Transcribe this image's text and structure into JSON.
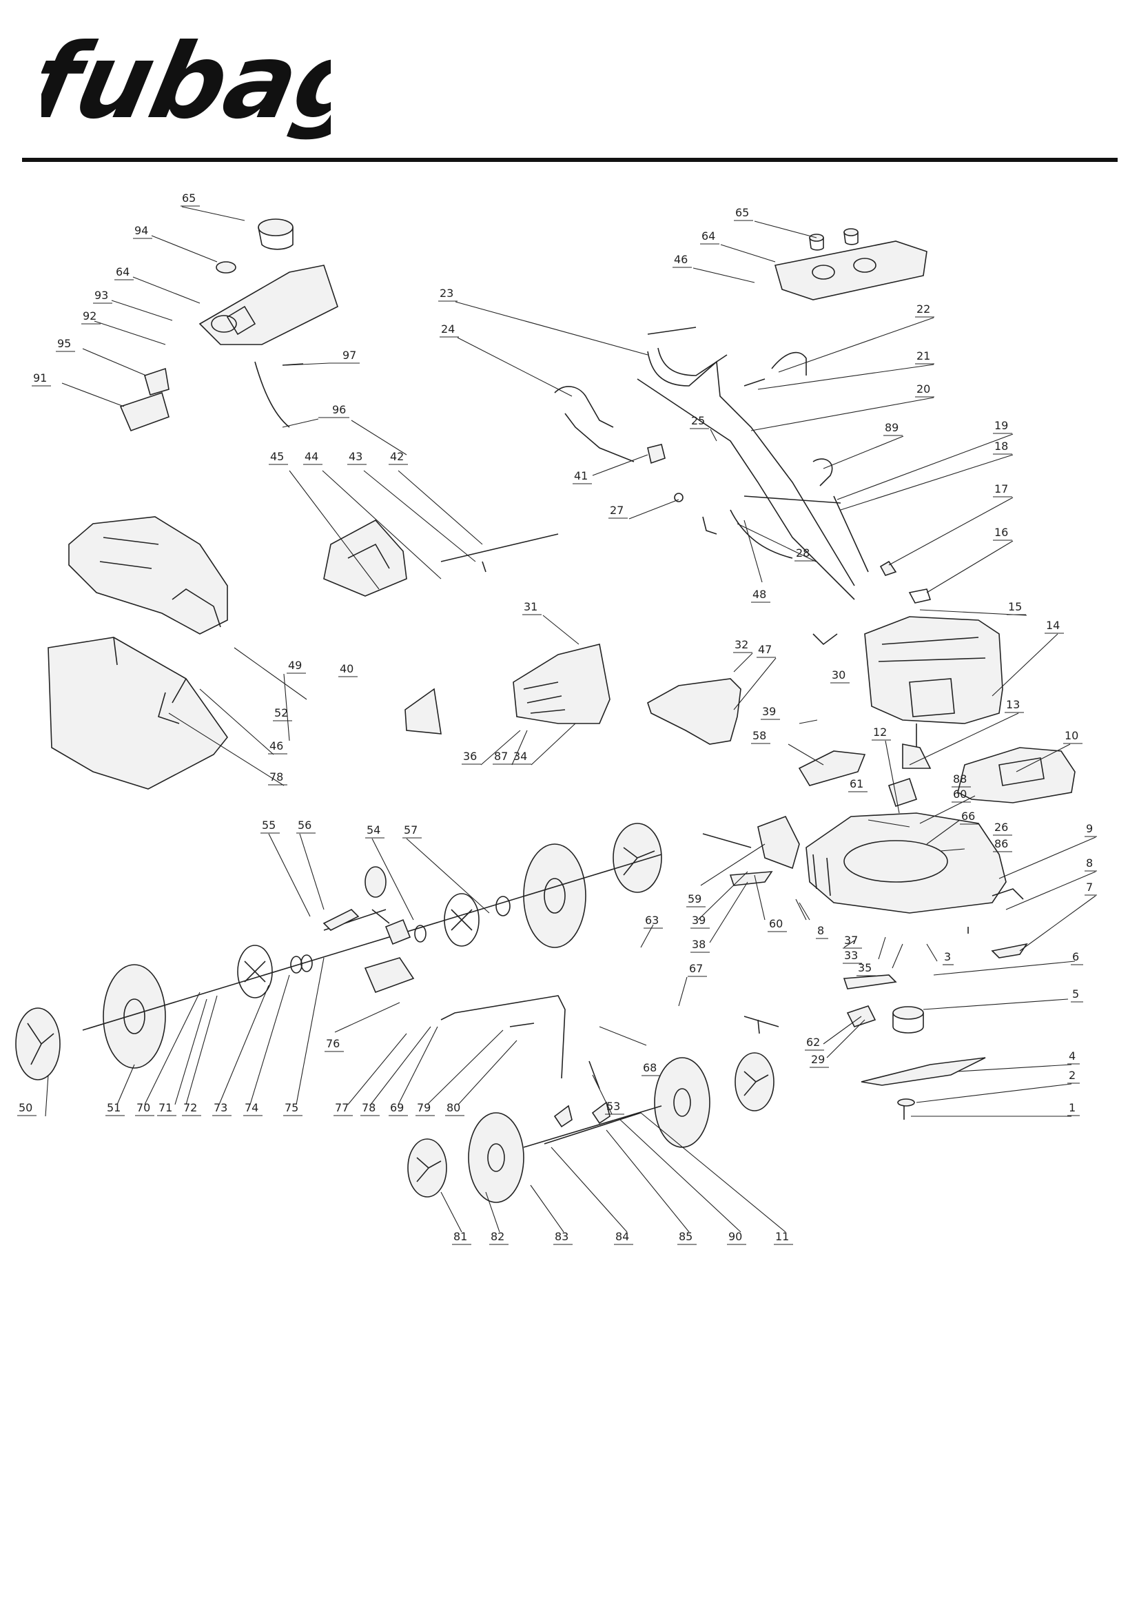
{
  "brand": {
    "name": "fubag",
    "color": "#111111"
  },
  "callouts": [
    {
      "id": "65a",
      "text": "65"
    },
    {
      "id": "94",
      "text": "94"
    },
    {
      "id": "64a",
      "text": "64"
    },
    {
      "id": "93",
      "text": "93"
    },
    {
      "id": "92",
      "text": "92"
    },
    {
      "id": "95",
      "text": "95"
    },
    {
      "id": "91",
      "text": "91"
    },
    {
      "id": "97",
      "text": "97"
    },
    {
      "id": "96",
      "text": "96"
    },
    {
      "id": "45",
      "text": "45"
    },
    {
      "id": "44",
      "text": "44"
    },
    {
      "id": "43",
      "text": "43"
    },
    {
      "id": "42",
      "text": "42"
    },
    {
      "id": "23",
      "text": "23"
    },
    {
      "id": "24",
      "text": "24"
    },
    {
      "id": "41",
      "text": "41"
    },
    {
      "id": "65b",
      "text": "65"
    },
    {
      "id": "64b",
      "text": "64"
    },
    {
      "id": "46a",
      "text": "46"
    },
    {
      "id": "22",
      "text": "22"
    },
    {
      "id": "21",
      "text": "21"
    },
    {
      "id": "20",
      "text": "20"
    },
    {
      "id": "25",
      "text": "25"
    },
    {
      "id": "89",
      "text": "89"
    },
    {
      "id": "19",
      "text": "19"
    },
    {
      "id": "18",
      "text": "18"
    },
    {
      "id": "27",
      "text": "27"
    },
    {
      "id": "17",
      "text": "17"
    },
    {
      "id": "28",
      "text": "28"
    },
    {
      "id": "16",
      "text": "16"
    },
    {
      "id": "48",
      "text": "48"
    },
    {
      "id": "15",
      "text": "15"
    },
    {
      "id": "14",
      "text": "14"
    },
    {
      "id": "49",
      "text": "49"
    },
    {
      "id": "52",
      "text": "52"
    },
    {
      "id": "46b",
      "text": "46"
    },
    {
      "id": "78a",
      "text": "78"
    },
    {
      "id": "40",
      "text": "40"
    },
    {
      "id": "31",
      "text": "31"
    },
    {
      "id": "36",
      "text": "36"
    },
    {
      "id": "87",
      "text": "87"
    },
    {
      "id": "34",
      "text": "34"
    },
    {
      "id": "32",
      "text": "32"
    },
    {
      "id": "47",
      "text": "47"
    },
    {
      "id": "30",
      "text": "30"
    },
    {
      "id": "39a",
      "text": "39"
    },
    {
      "id": "13",
      "text": "13"
    },
    {
      "id": "58",
      "text": "58"
    },
    {
      "id": "12",
      "text": "12"
    },
    {
      "id": "10",
      "text": "10"
    },
    {
      "id": "61",
      "text": "61"
    },
    {
      "id": "88",
      "text": "88"
    },
    {
      "id": "60a",
      "text": "60"
    },
    {
      "id": "66",
      "text": "66"
    },
    {
      "id": "26",
      "text": "26"
    },
    {
      "id": "86",
      "text": "86"
    },
    {
      "id": "9",
      "text": "9"
    },
    {
      "id": "8a",
      "text": "8"
    },
    {
      "id": "7",
      "text": "7"
    },
    {
      "id": "55",
      "text": "55"
    },
    {
      "id": "56",
      "text": "56"
    },
    {
      "id": "54",
      "text": "54"
    },
    {
      "id": "57",
      "text": "57"
    },
    {
      "id": "59",
      "text": "59"
    },
    {
      "id": "39b",
      "text": "39"
    },
    {
      "id": "60b",
      "text": "60"
    },
    {
      "id": "38",
      "text": "38"
    },
    {
      "id": "8b",
      "text": "8"
    },
    {
      "id": "37",
      "text": "37"
    },
    {
      "id": "33",
      "text": "33"
    },
    {
      "id": "35",
      "text": "35"
    },
    {
      "id": "3",
      "text": "3"
    },
    {
      "id": "6",
      "text": "6"
    },
    {
      "id": "63",
      "text": "63"
    },
    {
      "id": "67",
      "text": "67"
    },
    {
      "id": "5",
      "text": "5"
    },
    {
      "id": "62",
      "text": "62"
    },
    {
      "id": "29",
      "text": "29"
    },
    {
      "id": "68",
      "text": "68"
    },
    {
      "id": "4",
      "text": "4"
    },
    {
      "id": "2",
      "text": "2"
    },
    {
      "id": "1",
      "text": "1"
    },
    {
      "id": "76",
      "text": "76"
    },
    {
      "id": "53",
      "text": "53"
    },
    {
      "id": "50",
      "text": "50"
    },
    {
      "id": "51",
      "text": "51"
    },
    {
      "id": "70",
      "text": "70"
    },
    {
      "id": "71",
      "text": "71"
    },
    {
      "id": "72",
      "text": "72"
    },
    {
      "id": "73",
      "text": "73"
    },
    {
      "id": "74",
      "text": "74"
    },
    {
      "id": "75",
      "text": "75"
    },
    {
      "id": "77",
      "text": "77"
    },
    {
      "id": "78b",
      "text": "78"
    },
    {
      "id": "69",
      "text": "69"
    },
    {
      "id": "79",
      "text": "79"
    },
    {
      "id": "80",
      "text": "80"
    },
    {
      "id": "81",
      "text": "81"
    },
    {
      "id": "82",
      "text": "82"
    },
    {
      "id": "83",
      "text": "83"
    },
    {
      "id": "84",
      "text": "84"
    },
    {
      "id": "85",
      "text": "85"
    },
    {
      "id": "90",
      "text": "90"
    },
    {
      "id": "11",
      "text": "11"
    }
  ]
}
